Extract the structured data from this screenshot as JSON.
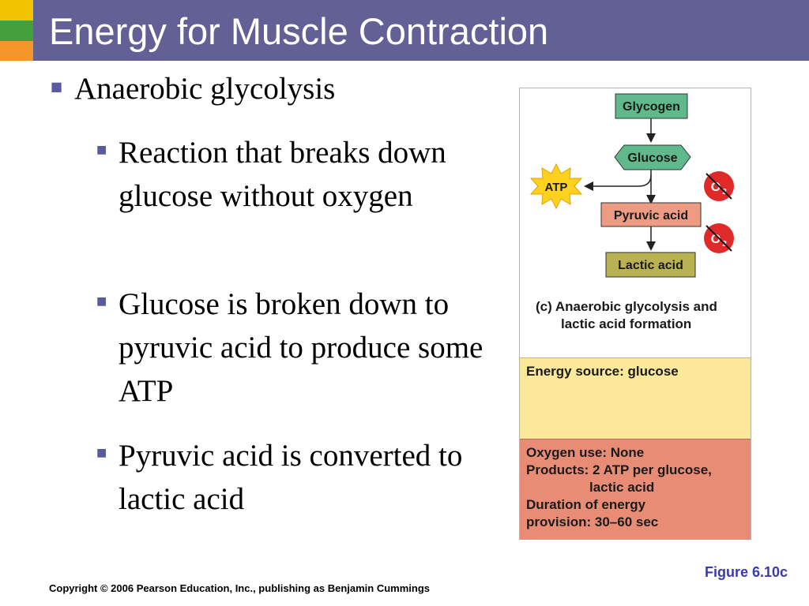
{
  "slide": {
    "title": "Energy for Muscle Contraction",
    "bullet_main": "Anaerobic glycolysis",
    "sub_bullets": [
      "Reaction that breaks down glucose without oxygen",
      "Glucose is broken down to pyruvic acid to produce some ATP",
      "Pyruvic acid is converted to lactic acid"
    ]
  },
  "figure": {
    "nodes": {
      "glycogen": "Glycogen",
      "glucose": "Glucose",
      "atp": "ATP",
      "pyruvic": "Pyruvic acid",
      "lactic": "Lactic acid",
      "o2": "O",
      "o2_sub": "2"
    },
    "caption_letter": "(c)",
    "caption_line1": "Anaerobic glycolysis and",
    "caption_line2": "lactic acid formation",
    "energy_source": "Energy source: glucose",
    "info_lines": [
      "Oxygen use: None",
      "Products: 2 ATP per glucose,",
      "lactic acid",
      "Duration of energy",
      "provision: 30–60 sec"
    ],
    "colors": {
      "green": "#5fb98a",
      "salmon": "#ee9b83",
      "olive": "#b9b253",
      "yellow": "#fbe89a",
      "red": "#e02a2a",
      "starburst": "#ffd21f"
    }
  },
  "figure_label": "Figure 6.10c",
  "copyright": "Copyright © 2006 Pearson Education, Inc., publishing as Benjamin Cummings"
}
